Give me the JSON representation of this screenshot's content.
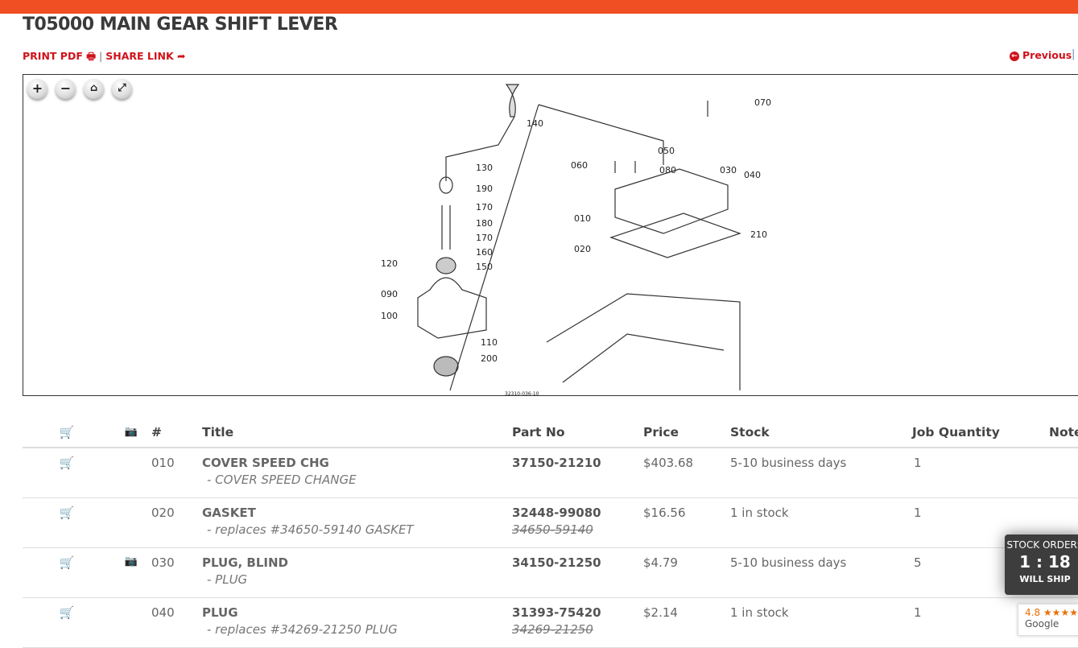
{
  "header": {
    "title": "T05000 MAIN GEAR SHIFT LEVER",
    "print_pdf": "PRINT PDF",
    "share_link": "SHARE LINK",
    "separator": "|",
    "previous": "Previous"
  },
  "viewer": {
    "zoom_in": "+",
    "zoom_out": "−",
    "home": "⌂",
    "fullscreen": "⤢",
    "callouts": [
      "140",
      "130",
      "190",
      "170",
      "180",
      "170",
      "160",
      "150",
      "120",
      "090",
      "100",
      "110",
      "200",
      "070",
      "050",
      "060",
      "080",
      "030",
      "040",
      "010",
      "020",
      "210"
    ],
    "drawing_number": "32310-036-10"
  },
  "table": {
    "headers": {
      "cart": "",
      "photo": "",
      "num": "#",
      "title": "Title",
      "part_no": "Part No",
      "price": "Price",
      "stock": "Stock",
      "job_qty": "Job Quantity",
      "notes": "Notes"
    },
    "rows": [
      {
        "num": "010",
        "title": "COVER SPEED CHG",
        "subtitle": "- COVER SPEED CHANGE",
        "part_no": "37150-21210",
        "old_part": "",
        "price": "$403.68",
        "stock": "5-10 business days",
        "qty": "1",
        "photo": false
      },
      {
        "num": "020",
        "title": "GASKET",
        "subtitle": "- replaces #34650-59140 GASKET",
        "part_no": "32448-99080",
        "old_part": "34650-59140",
        "price": "$16.56",
        "stock": "1 in stock",
        "qty": "1",
        "photo": false
      },
      {
        "num": "030",
        "title": "PLUG, BLIND",
        "subtitle": "- PLUG",
        "part_no": "34150-21250",
        "old_part": "",
        "price": "$4.79",
        "stock": "5-10 business days",
        "qty": "5",
        "photo": true
      },
      {
        "num": "040",
        "title": "PLUG",
        "subtitle": "- replaces #34269-21250 PLUG",
        "part_no": "31393-75420",
        "old_part": "34269-21250",
        "price": "$2.14",
        "stock": "1 in stock",
        "qty": "1",
        "photo": false
      }
    ]
  },
  "popup": {
    "line1": "STOCK ORDERS",
    "timer": "1 : 18",
    "line3": "WILL SHIP"
  },
  "google_badge": {
    "rating": "4.8",
    "stars": "★★★★★",
    "label": "Google"
  },
  "colors": {
    "brand": "#f04e23",
    "link": "#d0121b",
    "photo": "#2e8b3a"
  }
}
